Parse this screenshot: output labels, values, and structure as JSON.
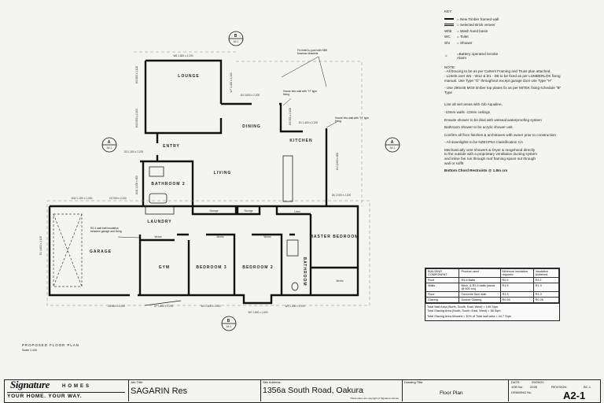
{
  "rooms": {
    "lounge": "LOUNGE",
    "dining": "DINING",
    "entry": "ENTRY",
    "living": "LIVING",
    "kitchen": "KITCHEN",
    "bathroom2": "BATHROOM 2",
    "laundry": "LAUNDRY",
    "garage": "GARAGE",
    "gym": "GYM",
    "bedroom3": "BEDROOM 3",
    "bedroom2": "BEDROOM 2",
    "bathroom": "BATHROOM",
    "master": "MASTER BEDROOM",
    "storage1": "Storage",
    "storage2": "Storage",
    "wrobe1": "Wrobe",
    "wrobe2": "Wrobe",
    "wrobe3": "Wrobe",
    "wrobe4": "Wrobe",
    "linen": "Linen"
  },
  "annotations": {
    "lintel": "Fix lintel to post with SBS bowmac brackets",
    "house_wall1": "House into wall with \"H\" type fixing",
    "house_wall2": "House into wall with \"H\" type fixing",
    "garage_insulation": "R2.4 wall batt insulation between garage and living"
  },
  "dimensions": {
    "w6": "W6 1,800 x 2,200",
    "w9": "W9 800 x 2,100",
    "w10": "W10 800 x 2,100",
    "w7": "W7 1,400 x 2,100",
    "d4": "D4 3,600 x 2,200",
    "d1k": "D1 1,400 x 2,200",
    "w5": "W5 500 x 2,100",
    "w4": "W4 1,600 x 600",
    "d3": "D3 1,300 x 2,200",
    "w11": "W11 1,500 x 600",
    "w12": "W12 1,200 x 1,000",
    "d2": "D2 900 x 2,200",
    "d6": "D6 2,000 x 2,200",
    "d1g": "D1 4,800 x 2,100",
    "d8": "D8 860 x 2,000",
    "d7": "D7 1,800 x 2,200",
    "w1": "W1 1,600 x 1,000",
    "w2": "W2 1,600 x 1,600",
    "w3": "W3 1,200 x 1,000"
  },
  "section_markers": {
    "a": "A",
    "b": "B",
    "sheet": "A4-1"
  },
  "key": {
    "title": "KEY:",
    "items": [
      {
        "symbol": "",
        "text": "= New Timber framed wall"
      },
      {
        "symbol": "",
        "text": "= Selected Brick veneer"
      },
      {
        "symbol": "Whb",
        "text": "= Wash hand basin"
      },
      {
        "symbol": "WC",
        "text": "= Toilet"
      },
      {
        "symbol": "Shr",
        "text": "= Shower"
      },
      {
        "symbol": "☼",
        "text": "=Battery operated Smoke Alarm"
      }
    ],
    "notes": [
      "NOTE:",
      "- All bracing to be as per Carters Framing and Truss plan attached.",
      "- Lintels over W1 - W12 & D1 - D8 to be fixed as per LUMBERLOK fixing manual. Use Type \"G\" throughout except garage door use Type \"H\"",
      "- Use 290x45 MG8 timber top plates fix as per MITEK fixing schedule \"B\" Type",
      "Line all wet areas with Gib Aqualine,",
      "-10mm walls -13mm ceilings",
      "Ensuite shower to be tiled with wetseal waterproofing system",
      "Bathroom shower to be acrylic shower unit.",
      "Confirm all floor finishes & architraves with owner prior to construction",
      "- All downlights to be NZECP54 Classification CA",
      "Mechanically vent showers & Dryer & rangehood directly to the outside with a proprietary ventilation ducting system and inline fan run through roof framing space out through wall or soffit",
      "Bottom Chord Restraints @ 1.8m crs"
    ]
  },
  "insulation_table": {
    "headers": [
      "BUILDING COMPONENT",
      "Product used",
      "Minimum insulation required",
      "Insulation Achieved"
    ],
    "rows": [
      [
        "Roof",
        "R3.6 Batts",
        "R2.9",
        "R3.1"
      ],
      [
        "Walls",
        "Brick, & R2.4 batts (studs @ 600 crs)",
        "R1.9",
        "R1.9"
      ],
      [
        "Floor",
        "Concrete floor slab",
        "R1.3",
        "R1.3"
      ],
      [
        "Glazing",
        "Double Glazing",
        "R0.26",
        "R0.26"
      ]
    ],
    "totals": [
      "Total Wall Area (North, South, East, West) = 149 Sqm",
      "Total Glazing Area (North, South, East, West) = 38 Sqm",
      "Total Glazing Area Allowed = 30% of Total wall area = 44.7 Sqm"
    ]
  },
  "plan_title": "PROPOSED FLOOR PLAN",
  "plan_scale": "Scale 1:100",
  "title_block": {
    "logo": "Signature HOMES Est.1983",
    "logo_main": "Signature",
    "logo_sub": "HOMES",
    "tagline": "YOUR HOME. YOUR WAY.",
    "job_title_label": "Job Title:",
    "job_title": "SAGARIN Res",
    "site_address_label": "Site Address:",
    "site_address": "1356a South Road, Oakura",
    "copyright": "These plans are copyright of Signature Homes",
    "drawing_title_label": "Drawing Title:",
    "drawing_title": "Floor Plan",
    "date_label": "DATE:",
    "date": "29/09/20",
    "job_no_label": "JOB No.",
    "job_no": "2028",
    "revision_label": "REVISION.",
    "revision": "BC-1",
    "drawing_no_label": "DRAWING No.",
    "drawing_no": "A2-1"
  }
}
